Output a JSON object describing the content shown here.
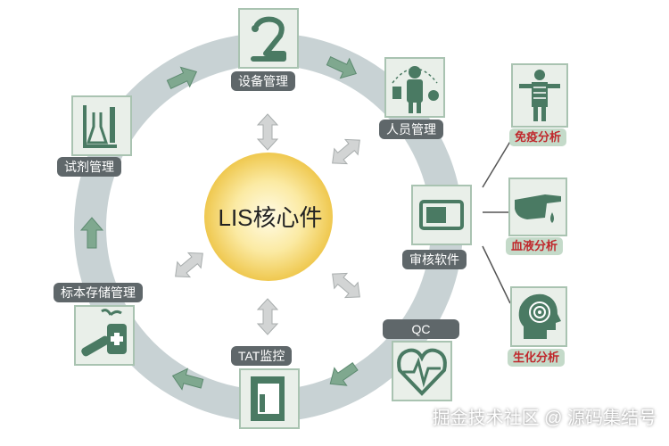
{
  "center": {
    "title": "LIS核心件"
  },
  "modules": {
    "equipment": "设备管理",
    "personnel": "人员管理",
    "review": "审核软件",
    "qc": "QC",
    "tat": "TAT监控",
    "specimen": "标本存储管理",
    "reagent": "试剂管理"
  },
  "analyses": {
    "immune": "免疫分析",
    "blood": "血液分析",
    "biochem": "生化分析"
  },
  "watermark": "掘金技术社区 @ 源码集结号",
  "colors": {
    "ring": "#c8d2d4",
    "label_bg": "#5f676a",
    "icon_green": "#4a7a63",
    "icon_bg": "#e9efe9",
    "analysis_label_bg": "#c4dac9",
    "analysis_label_text": "#c0282c",
    "center_glow": "#f4d25a"
  }
}
